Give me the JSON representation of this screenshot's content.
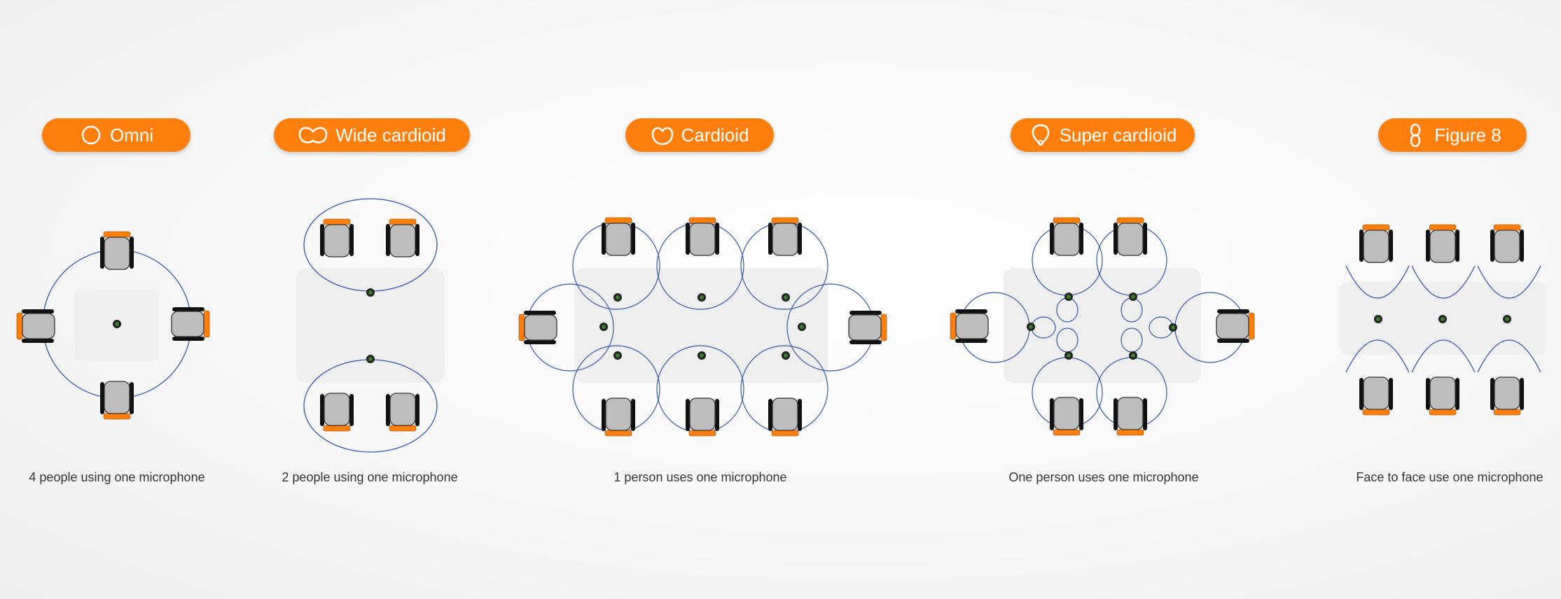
{
  "colors": {
    "accent": "#FF7F0E",
    "pattern_line": "#3355AA",
    "table": "#EFEFEF",
    "chair_seat": "#BDBDBD",
    "armrest": "#111111"
  },
  "patterns": [
    {
      "label": "Omni",
      "icon": "omni-icon",
      "caption": "4 people using one microphone"
    },
    {
      "label": "Wide cardioid",
      "icon": "wide-cardioid-icon",
      "caption": "2 people using one microphone"
    },
    {
      "label": "Cardioid",
      "icon": "cardioid-icon",
      "caption": "1 person uses one microphone"
    },
    {
      "label": "Super cardioid",
      "icon": "super-cardioid-icon",
      "caption": "One person uses one microphone"
    },
    {
      "label": "Figure 8",
      "icon": "figure-8-icon",
      "caption": "Face to face use one microphone"
    }
  ]
}
